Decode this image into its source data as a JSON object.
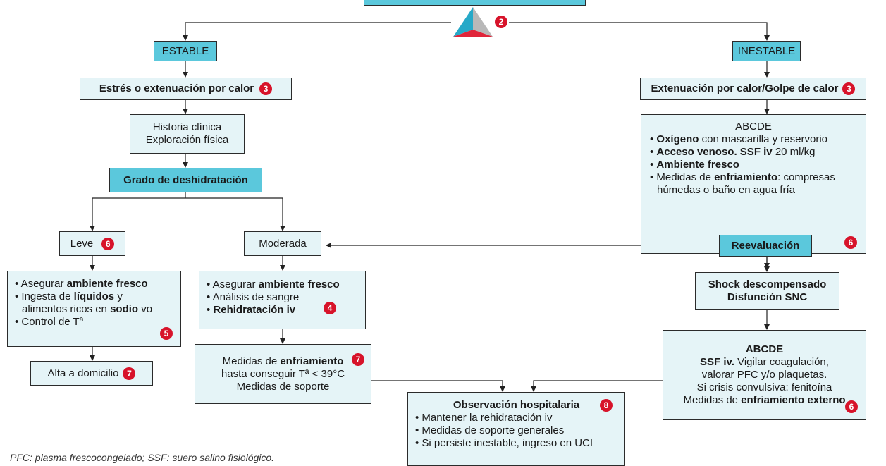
{
  "top": {
    "badge": "2"
  },
  "estable": "ESTABLE",
  "inestable": "INESTABLE",
  "left_dx": {
    "label": "Estrés o extenuación por calor",
    "badge": "3"
  },
  "historia": {
    "line1": "Historia clínica",
    "line2": "Exploración física"
  },
  "grado": "Grado de deshidratación",
  "leve": {
    "label": "Leve",
    "badge": "6"
  },
  "moderada": "Moderada",
  "leve_care": {
    "i1_pre": "Asegurar ",
    "i1_bold": "ambiente fresco",
    "i2_pre": "Ingesta de ",
    "i2_bold": "líquidos",
    "i2_post": " y",
    "i2b_pre": "alimentos ricos en ",
    "i2b_bold": "sodio",
    "i2b_post": " vo",
    "i3": "Control de Tª",
    "badge": "5"
  },
  "alta": {
    "label": "Alta a domicilio",
    "badge": "7"
  },
  "mod_care": {
    "i1_pre": "Asegurar ",
    "i1_bold": "ambiente fresco",
    "i2": "Análisis de sangre",
    "i3": "Rehidratación iv",
    "badge": "4"
  },
  "medidas_left": {
    "l1_pre": "Medidas de ",
    "l1_bold": "enfriamiento",
    "l2": "hasta conseguir Tª < 39°C",
    "l3": "Medidas de soporte",
    "badge": "7"
  },
  "observacion": {
    "title": "Observación hospitalaria",
    "badge": "8",
    "items": [
      "Mantener la rehidratación iv",
      "Medidas de soporte generales",
      "Si persiste inestable, ingreso en UCI"
    ]
  },
  "right_dx": {
    "label": "Extenuación por calor/Golpe de calor",
    "badge": "3"
  },
  "abcde1": {
    "title": "ABCDE",
    "i1_bold": "Oxígeno",
    "i1_post": " con mascarilla y reservorio",
    "i2_bold": "Acceso venoso. SSF iv",
    "i2_post": " 20 ml/kg",
    "i3_bold": "Ambiente fresco",
    "i4_pre": "Medidas de ",
    "i4_bold": "enfriamiento",
    "i4_post": ": compresas",
    "i4b": "húmedas o baño en agua fría",
    "badge": "6"
  },
  "reevaluacion": "Reevaluación",
  "shock": {
    "line1": "Shock descompensado",
    "line2": "Disfunción SNC"
  },
  "abcde2": {
    "title": "ABCDE",
    "l1_bold": "SSF iv.",
    "l1_post": " Vigilar coagulación,",
    "l2": "valorar PFC y/o plaquetas.",
    "l3": "Si crisis convulsiva: fenitoína",
    "l4_pre": "Medidas de ",
    "l4_bold": "enfriamiento externo",
    "badge": "6"
  },
  "footnote": "PFC: plasma frescocongelado; SSF: suero salino fisiológico."
}
